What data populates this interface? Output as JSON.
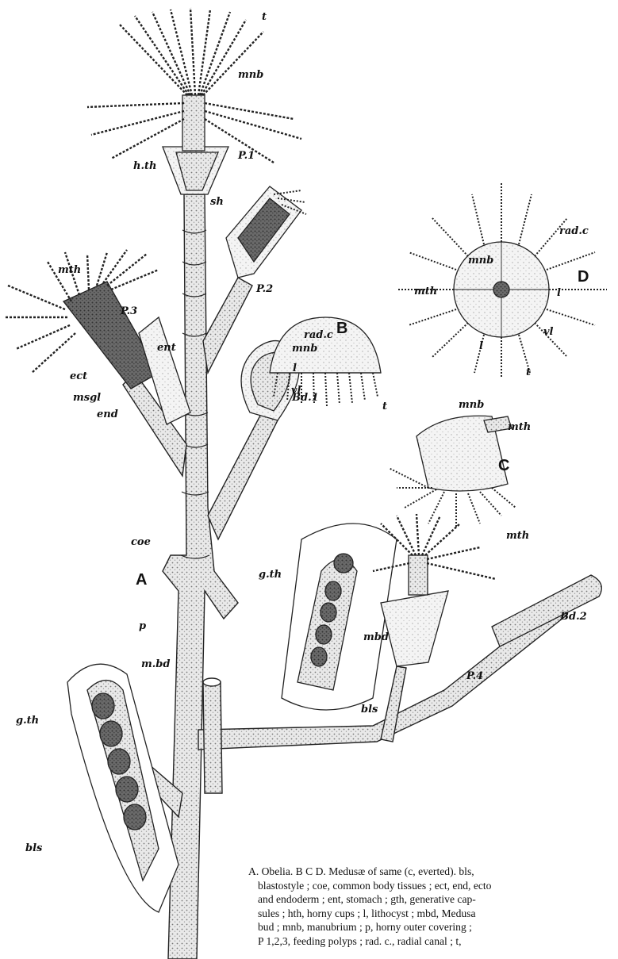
{
  "figure": {
    "panels": [
      "A",
      "B",
      "C",
      "D"
    ],
    "labels": {
      "t_top": "t",
      "mnb_top": "mnb",
      "P1": "P.1",
      "hth_top": "h.th",
      "sh": "sh",
      "P2": "P.2",
      "mth_left": "mth",
      "P3": "P.3",
      "ent": "ent",
      "ect": "ect",
      "msgl": "msgl",
      "end": "end",
      "Bd1": "Bd.1",
      "coe": "coe",
      "p": "p",
      "gth_mid": "g.th",
      "mbd": "mbd",
      "bls_mid": "bls",
      "mth_right": "mth",
      "P4": "P.4",
      "Bd2": "Bd.2",
      "mbd_left": "m.bd",
      "gth_left": "g.th",
      "bls_left": "bls",
      "B_radc": "rad.c",
      "B_mnb": "mnb",
      "B_l": "l",
      "B_vl": "vl",
      "B_t": "t",
      "C_mnb": "mnb",
      "C_mth": "mth",
      "D_radc": "rad.c",
      "D_mnb": "mnb",
      "D_mth": "mth",
      "D_l1": "l",
      "D_vl": "vl",
      "D_l2": "l",
      "D_t": "t"
    }
  },
  "caption": {
    "lines": [
      "A. Obelia.  B C D. Medusæ of same (c, everted).  bls,",
      "blastostyle ; coe, common body tissues ; ect, end, ecto",
      "and endoderm ; ent, stomach ; gth, generative cap-",
      "sules ; hth, horny cups ; l, lithocyst ; mbd, Medusa",
      "bud ; mnb, manubrium ; p, horny outer covering ;",
      "P 1,2,3, feeding polyps ; rad. c., radial canal ; t,"
    ]
  }
}
